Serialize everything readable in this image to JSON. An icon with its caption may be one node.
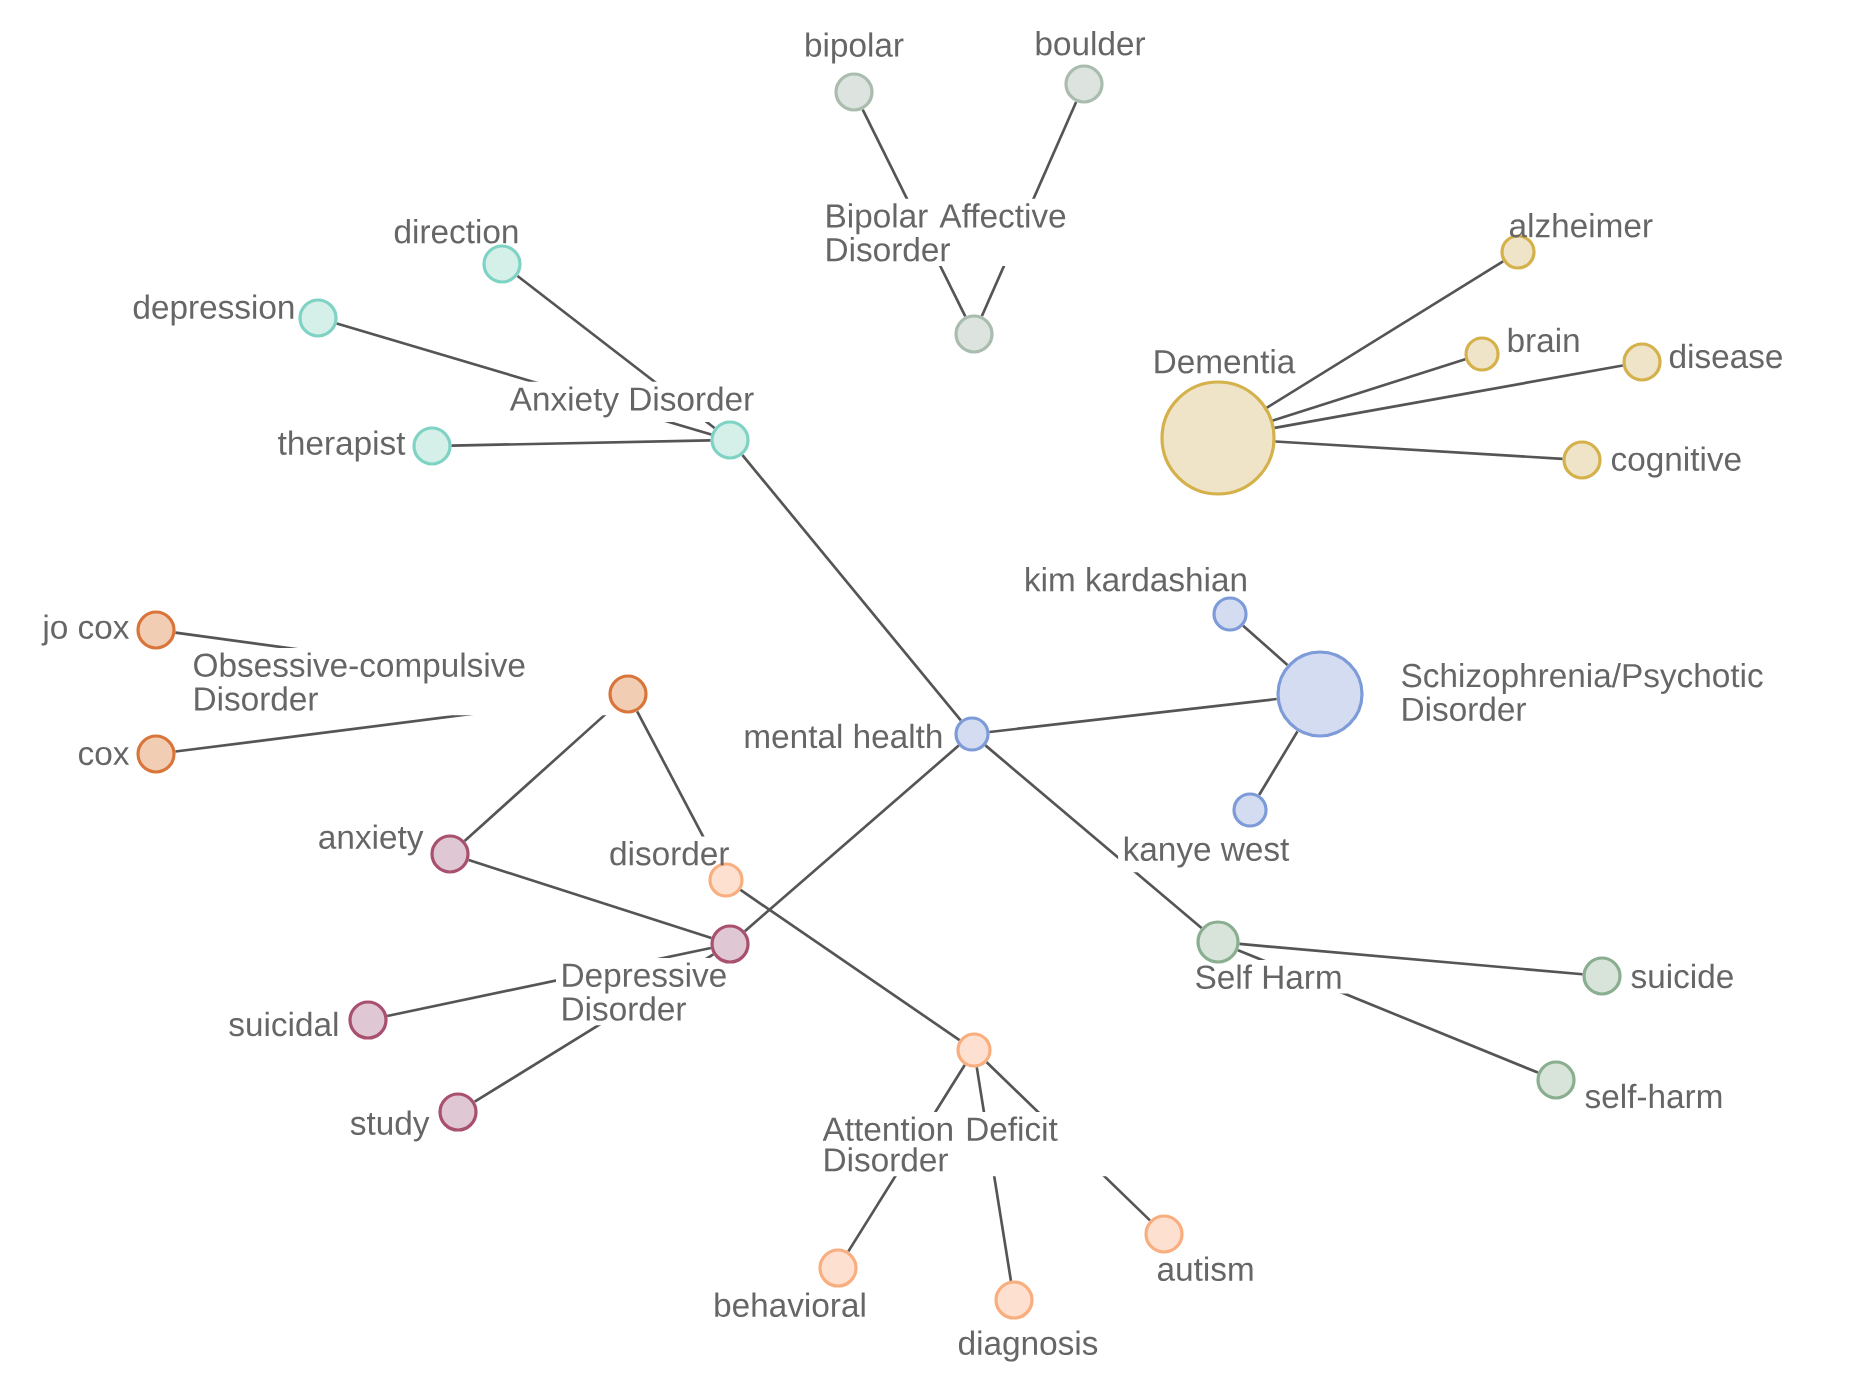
{
  "diagram": {
    "nodes": [
      {
        "text": [
          "bipolar"
        ]
      },
      {
        "text": [
          "boulder"
        ]
      },
      {
        "text": [
          "Bipolar Affective Disorder"
        ]
      },
      {
        "text": [
          "direction"
        ]
      },
      {
        "text": [
          "alzheimer"
        ]
      },
      {
        "text": [
          "depression"
        ]
      },
      {
        "text": [
          "brain"
        ]
      },
      {
        "text": [
          "disease"
        ]
      },
      {
        "text": [
          "Dementia"
        ]
      },
      {
        "text": [
          "Anxiety Disorder"
        ]
      },
      {
        "text": [
          "therapist"
        ]
      },
      {
        "text": [
          "cognitive"
        ]
      },
      {
        "text": [
          "kim kardashian"
        ]
      },
      {
        "text": [
          "jo cox"
        ]
      },
      {
        "text": [
          "Schizophrenia/Psychotic Disorder"
        ]
      },
      {
        "text": [
          "Obsessive-compulsive Disorder"
        ]
      },
      {
        "text": [
          "mental health"
        ]
      },
      {
        "text": [
          "cox"
        ]
      },
      {
        "text": [
          "kanye west"
        ]
      },
      {
        "text": [
          "anxiety"
        ]
      },
      {
        "text": [
          "disorder"
        ]
      },
      {
        "text": [
          "Depressive Disorder"
        ]
      },
      {
        "text": [
          "Self Harm"
        ]
      },
      {
        "text": [
          "suicide"
        ]
      },
      {
        "text": [
          "suicidal"
        ]
      },
      {
        "text": [
          "Attention Deficit Disorder"
        ]
      },
      {
        "text": [
          "self-harm"
        ]
      },
      {
        "text": [
          "study"
        ]
      },
      {
        "text": [
          "autism"
        ]
      },
      {
        "text": [
          "behavioral"
        ]
      },
      {
        "text": [
          "diagnosis"
        ]
      }
    ],
    "edges": [
      {
        "from": 16,
        "to": 9,
        "arrow": "none"
      },
      {
        "from": 16,
        "to": 14,
        "arrow": "none"
      },
      {
        "from": 16,
        "to": 22,
        "arrow": "none"
      },
      {
        "from": 16,
        "to": 21,
        "arrow": "none"
      },
      {
        "from": 9,
        "to": 3,
        "arrow": "none"
      },
      {
        "from": 9,
        "to": 5,
        "arrow": "none"
      },
      {
        "from": 9,
        "to": 10,
        "arrow": "none"
      },
      {
        "from": 2,
        "to": 0,
        "arrow": "none"
      },
      {
        "from": 2,
        "to": 1,
        "arrow": "none"
      },
      {
        "from": 8,
        "to": 4,
        "arrow": "none"
      },
      {
        "from": 8,
        "to": 6,
        "arrow": "none"
      },
      {
        "from": 8,
        "to": 7,
        "arrow": "none"
      },
      {
        "from": 8,
        "to": 11,
        "arrow": "none"
      },
      {
        "from": 14,
        "to": 12,
        "arrow": "none"
      },
      {
        "from": 14,
        "to": 18,
        "arrow": "none"
      },
      {
        "from": 22,
        "to": 23,
        "arrow": "none"
      },
      {
        "from": 22,
        "to": 26,
        "arrow": "none"
      },
      {
        "from": 15,
        "to": 13,
        "arrow": "none"
      },
      {
        "from": 15,
        "to": 17,
        "arrow": "none"
      },
      {
        "from": 15,
        "to": 19,
        "arrow": "none"
      },
      {
        "from": 15,
        "to": 20,
        "arrow": "none"
      },
      {
        "from": 19,
        "to": 21,
        "arrow": "none"
      },
      {
        "from": 21,
        "to": 24,
        "arrow": "none"
      },
      {
        "from": 21,
        "to": 27,
        "arrow": "none"
      },
      {
        "from": 20,
        "to": 25,
        "arrow": "none"
      },
      {
        "from": 25,
        "to": 29,
        "arrow": "none"
      },
      {
        "from": 25,
        "to": 30,
        "arrow": "none"
      },
      {
        "from": 25,
        "to": 28,
        "arrow": "none"
      }
    ]
  }
}
